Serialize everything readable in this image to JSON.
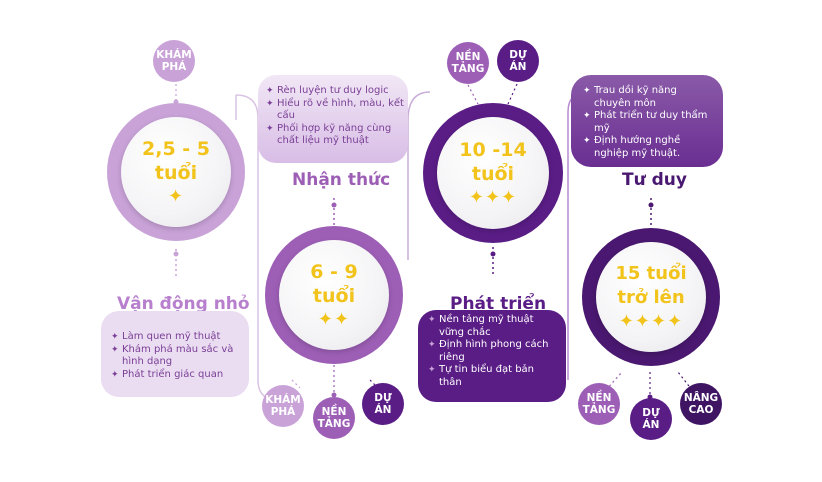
{
  "stage1": {
    "age": "2,5 - 5\ntuổi",
    "stars": "✦",
    "title": "Vận động nhỏ",
    "bullets": [
      "Làm quen mỹ thuật",
      "Khám phá màu sắc và hình dạng",
      "Phát triển giác quan"
    ],
    "badges": [
      "KHÁM\nPHÁ"
    ]
  },
  "stage2": {
    "age": "6 - 9\ntuổi",
    "stars": "✦✦",
    "title": "Nhận thức",
    "bullets": [
      "Rèn luyện tư duy logic",
      "Hiểu rõ về hình, màu, kết cấu",
      "Phối hợp kỹ năng cùng chất liệu mỹ thuật"
    ],
    "badges": [
      "KHÁM\nPHÁ",
      "NỀN\nTẢNG",
      "DỰ\nÁN"
    ]
  },
  "stage3": {
    "age": "10 -14\ntuổi",
    "stars": "✦✦✦",
    "title": "Phát triển",
    "bullets": [
      "Nền tảng mỹ thuật vững chắc",
      "Định hình phong cách riêng",
      "Tự tin biểu đạt bản thân"
    ],
    "badges": [
      "NỀN\nTẢNG",
      "DỰ\nÁN"
    ]
  },
  "stage4": {
    "age": "15 tuổi\ntrở lên",
    "stars": "✦✦✦✦",
    "title": "Tư duy",
    "bullets": [
      "Trau dồi kỹ năng chuyên môn",
      "Phát triển tư duy thẩm mỹ",
      "Định hướng nghề nghiệp mỹ thuật."
    ],
    "badges": [
      "NỀN\nTẢNG",
      "DỰ\nÁN",
      "NÂNG\nCAO"
    ]
  },
  "bullet_icon": "✦",
  "colors": {
    "light": "#c9a3d8",
    "mid": "#9d5fb6",
    "dark": "#5a1d86",
    "darker": "#4a1870",
    "gold": "#f2c31b"
  }
}
